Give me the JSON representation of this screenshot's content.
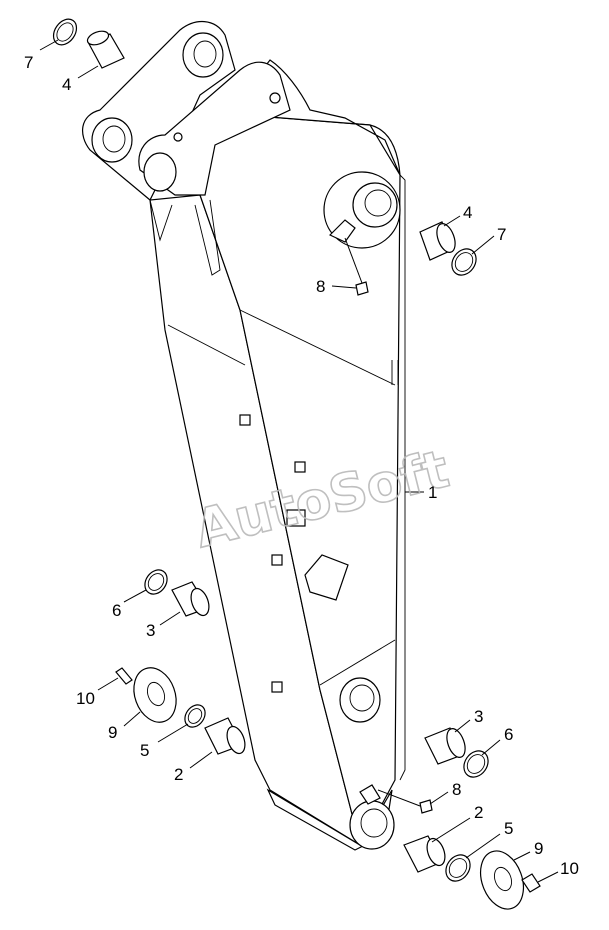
{
  "watermark": "AutoSoft",
  "callouts": [
    {
      "id": "c7a",
      "text": "7"
    },
    {
      "id": "c4a",
      "text": "4"
    },
    {
      "id": "c4b",
      "text": "4"
    },
    {
      "id": "c7b",
      "text": "7"
    },
    {
      "id": "c8a",
      "text": "8"
    },
    {
      "id": "c1",
      "text": "1"
    },
    {
      "id": "c6a",
      "text": "6"
    },
    {
      "id": "c3a",
      "text": "3"
    },
    {
      "id": "c10a",
      "text": "10"
    },
    {
      "id": "c9a",
      "text": "9"
    },
    {
      "id": "c5a",
      "text": "5"
    },
    {
      "id": "c2a",
      "text": "2"
    },
    {
      "id": "c3b",
      "text": "3"
    },
    {
      "id": "c6b",
      "text": "6"
    },
    {
      "id": "c8b",
      "text": "8"
    },
    {
      "id": "c2b",
      "text": "2"
    },
    {
      "id": "c5b",
      "text": "5"
    },
    {
      "id": "c9b",
      "text": "9"
    },
    {
      "id": "c10b",
      "text": "10"
    }
  ]
}
